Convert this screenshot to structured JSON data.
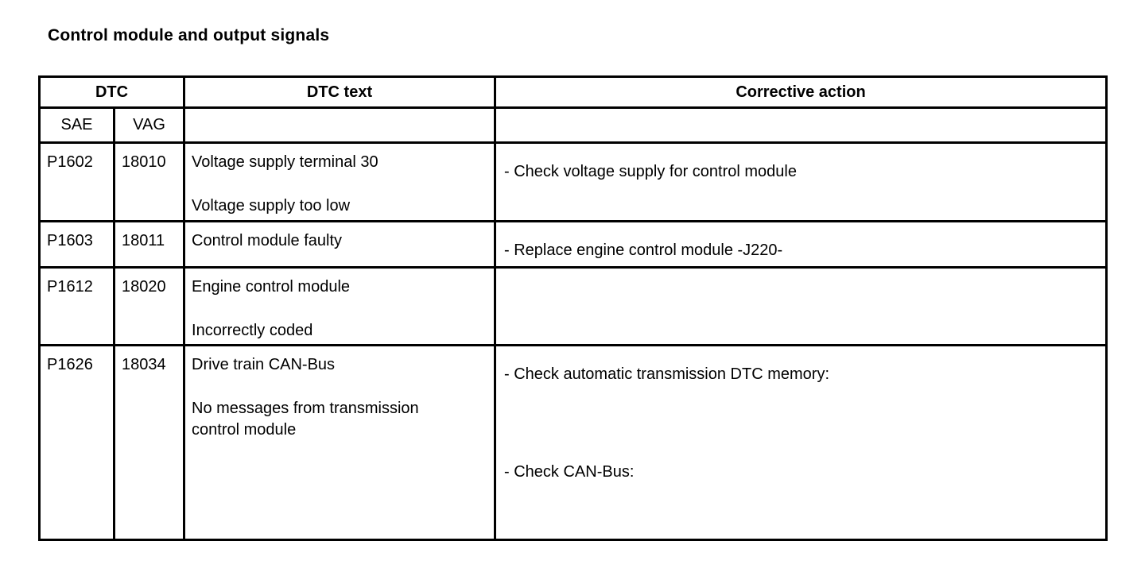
{
  "page": {
    "title": "Control module and output signals"
  },
  "table": {
    "header": {
      "dtc": "DTC",
      "dtc_text": "DTC text",
      "corrective_action": "Corrective action",
      "sae": "SAE",
      "vag": "VAG"
    },
    "rows": [
      {
        "sae": "P1602",
        "vag": "18010",
        "dtc_text": [
          "Voltage supply terminal 30",
          "Voltage supply too low"
        ],
        "actions": [
          "- Check voltage supply for control module"
        ]
      },
      {
        "sae": "P1603",
        "vag": "18011",
        "dtc_text": [
          "Control module faulty"
        ],
        "actions": [
          "- Replace engine control module -J220-"
        ]
      },
      {
        "sae": "P1612",
        "vag": "18020",
        "dtc_text": [
          "Engine control module",
          "Incorrectly coded"
        ],
        "actions": []
      },
      {
        "sae": "P1626",
        "vag": "18034",
        "dtc_text": [
          "Drive train CAN-Bus",
          "No messages from transmission control module"
        ],
        "actions": [
          "- Check automatic transmission DTC memory:",
          "- Check CAN-Bus:"
        ]
      }
    ]
  }
}
